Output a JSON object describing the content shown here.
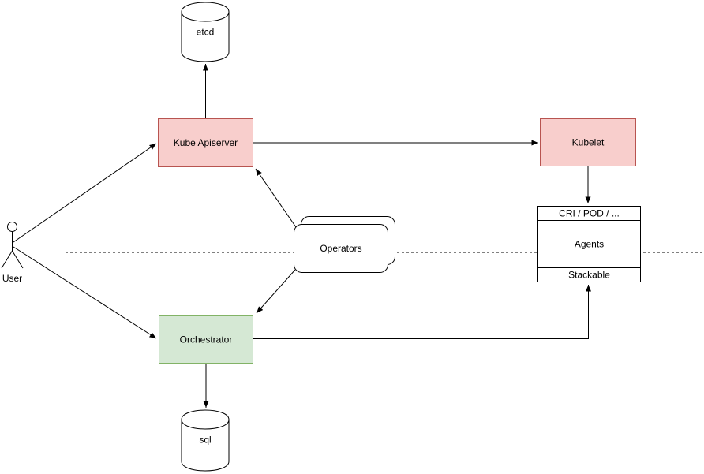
{
  "colors": {
    "background": "#ffffff",
    "line": "#000000",
    "red_node_fill": "#f8cecc",
    "red_node_stroke": "#b85450",
    "green_node_fill": "#d5e8d4",
    "green_node_stroke": "#82b366",
    "neutral_node_fill": "#ffffff",
    "neutral_node_stroke": "#000000"
  },
  "nodes": {
    "user": {
      "label": "User"
    },
    "etcd": {
      "label": "etcd"
    },
    "kube_apiserver": {
      "label": "Kube Apiserver"
    },
    "kubelet": {
      "label": "Kubelet"
    },
    "operators": {
      "label": "Operators"
    },
    "orchestrator": {
      "label": "Orchestrator"
    },
    "sql": {
      "label": "sql"
    },
    "agents": {
      "header": "CRI / POD / ...",
      "body": "Agents",
      "footer": "Stackable"
    }
  },
  "edges": [
    {
      "from": "User",
      "to": "Kube Apiserver"
    },
    {
      "from": "User",
      "to": "Orchestrator"
    },
    {
      "from": "Kube Apiserver",
      "to": "etcd"
    },
    {
      "from": "Kube Apiserver",
      "to": "Kubelet"
    },
    {
      "from": "Kubelet",
      "to": "Agents"
    },
    {
      "from": "Operators",
      "to": "Kube Apiserver"
    },
    {
      "from": "Operators",
      "to": "Orchestrator"
    },
    {
      "from": "Orchestrator",
      "to": "Agents / Stackable"
    },
    {
      "from": "Orchestrator",
      "to": "sql"
    }
  ]
}
